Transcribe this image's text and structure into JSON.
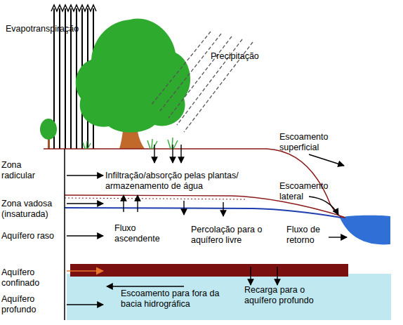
{
  "diagram": {
    "labels": [
      "Evapotranspiração",
      "Precipitação",
      "Escoamento superficial",
      "Zona radicular",
      "Infiltração/absorção pelas plantas/ armazenamento de água",
      "Escoamento lateral",
      "Zona vadosa (insaturada)",
      "Aquífero raso",
      "Fluxo ascendente",
      "Percolação para o aquífero livre",
      "Fluxo de retorno",
      "Aquífero confinado",
      "Aquífero profundo",
      "Escoamento para fora da bacia hidrográfica",
      "Recarga para o aquífero profundo"
    ]
  }
}
